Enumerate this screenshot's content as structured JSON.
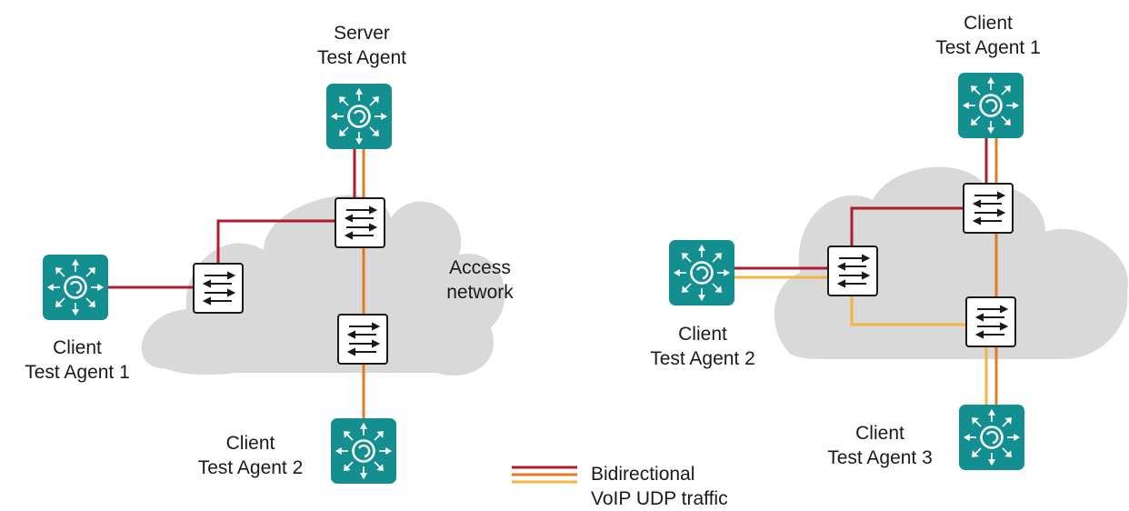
{
  "colors": {
    "cloud": "#d9d9d9",
    "agent": "#138f8f",
    "red": "#b01c2e",
    "orange": "#e07a24",
    "yellow": "#f4b53f",
    "switch_border": "#1a1a1a"
  },
  "left_diagram": {
    "server_label": [
      "Server",
      "Test Agent"
    ],
    "client1_label": [
      "Client",
      "Test Agent 1"
    ],
    "client2_label": [
      "Client",
      "Test Agent 2"
    ],
    "cloud_label": [
      "Access",
      "network"
    ]
  },
  "right_diagram": {
    "client1_label": [
      "Client",
      "Test Agent 1"
    ],
    "client2_label": [
      "Client",
      "Test Agent 2"
    ],
    "client3_label": [
      "Client",
      "Test Agent 3"
    ]
  },
  "legend": {
    "lines": [
      "Bidirectional",
      "VoIP UDP traffic"
    ]
  }
}
